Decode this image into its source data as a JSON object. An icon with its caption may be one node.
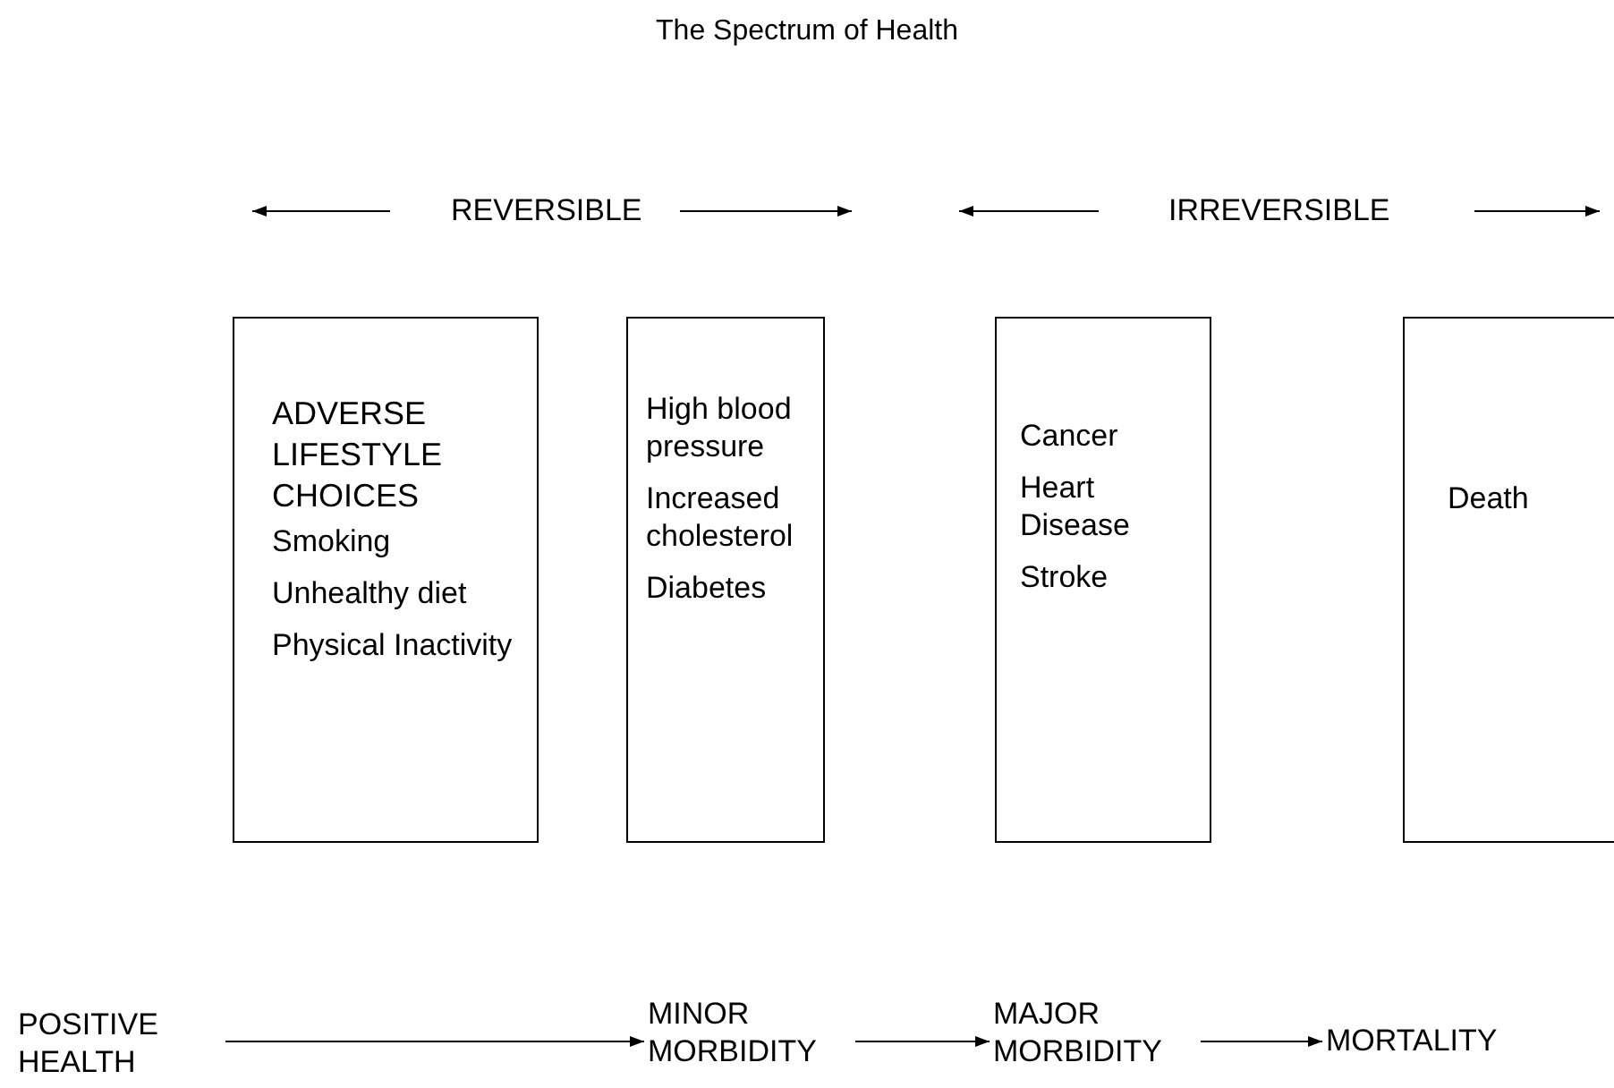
{
  "diagram": {
    "title": "The Spectrum of Health",
    "nodes": [
      {
        "text": [
          "ADVERSE LIFESTYLE CHOICES",
          "Smoking",
          "Unhealthy diet",
          "Physical Inactivity"
        ]
      },
      {
        "text": [
          "High blood pressure",
          "Increased cholesterol",
          "Diabetes"
        ]
      },
      {
        "text": [
          "Cancer",
          "Heart Disease",
          "Stroke"
        ]
      },
      {
        "text": [
          "Death"
        ]
      },
      {
        "text": [
          "POSITIVE HEALTH"
        ]
      },
      {
        "text": [
          "MINOR MORBIDITY"
        ]
      },
      {
        "text": [
          "MAJOR MORBIDITY"
        ]
      },
      {
        "text": [
          "MORTALITY"
        ]
      }
    ],
    "edges": [
      {
        "from": 4,
        "to": 5,
        "arrow": "to"
      },
      {
        "from": 5,
        "to": 6,
        "arrow": "to"
      },
      {
        "from": 6,
        "to": 7,
        "arrow": "to"
      }
    ],
    "labels": [
      "REVERSIBLE",
      "IRREVERSIBLE"
    ]
  }
}
